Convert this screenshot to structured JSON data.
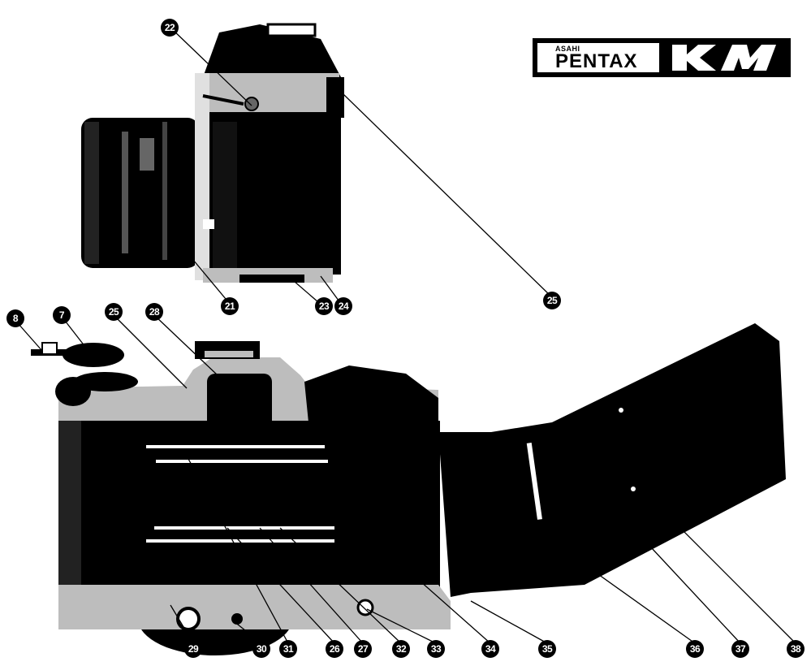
{
  "logo": {
    "brand_small": "ASAHI",
    "brand": "PENTAX",
    "model": "KM"
  },
  "callouts": {
    "c22": "22",
    "c21": "21",
    "c23": "23",
    "c24": "24",
    "c25_top": "25",
    "c8": "8",
    "c7": "7",
    "c25_bottom": "25",
    "c28": "28",
    "c29": "29",
    "c30": "30",
    "c31": "31",
    "c26": "26",
    "c27": "27",
    "c32": "32",
    "c33": "33",
    "c34": "34",
    "c35": "35",
    "c36": "36",
    "c37": "37",
    "c38": "38"
  },
  "colors": {
    "ink": "#000000",
    "paper": "#ffffff",
    "metal": "#bdbdbd"
  }
}
